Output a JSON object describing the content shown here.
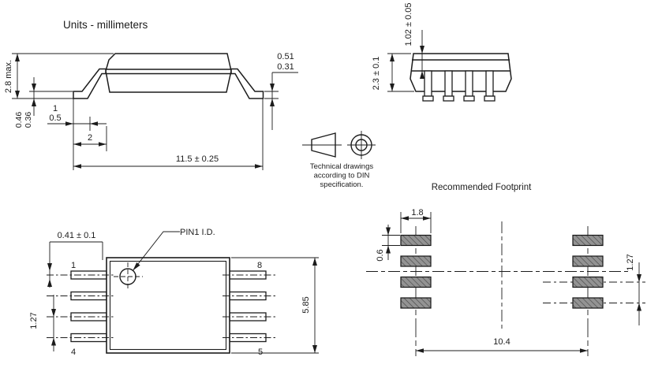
{
  "units_label": "Units - millimeters",
  "side_view": {
    "body_height": "2.8 max.",
    "standoff_max": "0.46",
    "standoff_min": "0.36",
    "foot_length_max": "1",
    "foot_length_min": "0.5",
    "bend_length": "2",
    "overall_span": "11.5 ± 0.25",
    "lead_thickness_max": "0.51",
    "lead_thickness_min": "0.31"
  },
  "end_view": {
    "top_to_lead_exit": "1.02 ± 0.05",
    "body_thickness": "2.3 ± 0.1"
  },
  "projection_note": {
    "line1": "Technical drawings",
    "line2": "according to DIN",
    "line3": "specification."
  },
  "top_view": {
    "lead_width": "0.41 ± 0.1",
    "pin1_callout": "PIN1 I.D.",
    "pin_top_left": "1",
    "pin_bottom_left": "4",
    "pin_top_right": "8",
    "pin_bottom_right": "5",
    "pitch": "1.27",
    "body_length": "5.85"
  },
  "footprint": {
    "title": "Recommended Footprint",
    "pad_width": "1.8",
    "pad_height": "0.6",
    "pad_pitch": "1.27",
    "row_spacing": "10.4"
  },
  "colors": {
    "line": "#1c1c1c",
    "pad_fill": "#939393",
    "pad_hatch": "#4d4d4d",
    "background": "#ffffff"
  }
}
